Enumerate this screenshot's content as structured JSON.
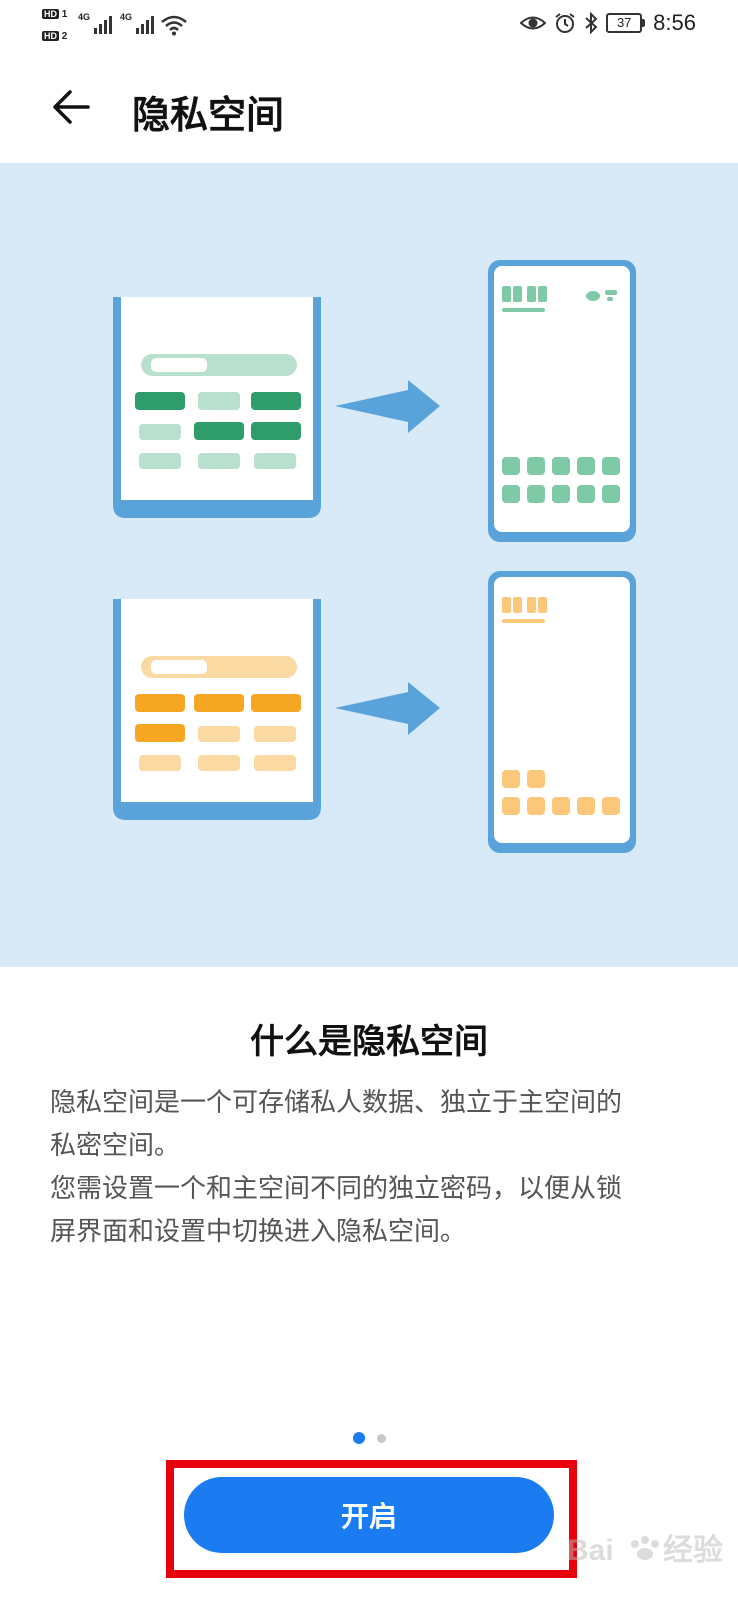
{
  "status_bar": {
    "hd1": "HD",
    "hd2": "HD",
    "network1": "4G",
    "network2": "4G",
    "battery": "37",
    "time": "8:56"
  },
  "header": {
    "title": "隐私空间",
    "back_icon": "arrow-left-icon"
  },
  "illustration": {
    "colors": {
      "background": "#d8eaf7",
      "frame": "#5aa3da",
      "green_dark": "#2e9d6b",
      "green_light": "#b9e0cf",
      "orange_dark": "#f5a623",
      "orange_light": "#fbd9a3",
      "arrow": "#5aa3da"
    }
  },
  "intro": {
    "title": "什么是隐私空间",
    "lines": [
      "隐私空间是一个可存储私人数据、独立于主空间的",
      "私密空间。",
      "您需设置一个和主空间不同的独立密码，以便从锁",
      "屏界面和设置中切换进入隐私空间。"
    ]
  },
  "pager": {
    "current": 1,
    "total": 2
  },
  "button": {
    "label": "开启",
    "color": "#1a7cf0"
  },
  "highlight_color": "#e8000c",
  "watermark": "Baidu 经验"
}
